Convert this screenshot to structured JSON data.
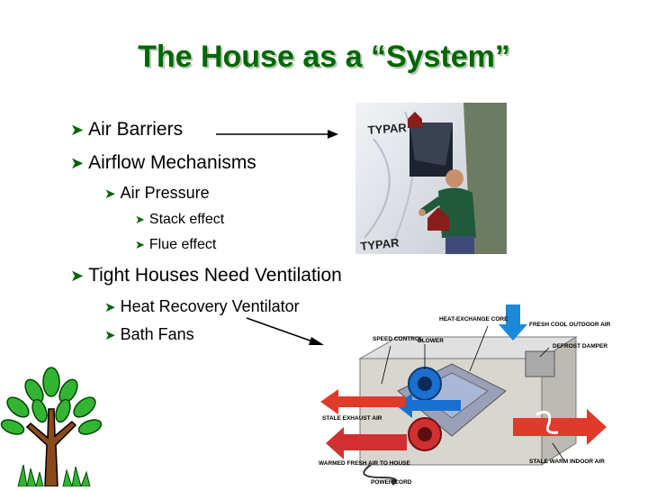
{
  "slide": {
    "title": "The House as a “System”",
    "bullets": {
      "air_barriers": "Air Barriers",
      "airflow_mechanisms": "Airflow Mechanisms",
      "air_pressure": "Air Pressure",
      "stack_effect": "Stack effect",
      "flue_effect": "Flue effect",
      "tight_houses": "Tight Houses Need Ventilation",
      "hrv": "Heat Recovery Ventilator",
      "bath_fans": "Bath Fans"
    },
    "colors": {
      "title": "#006600",
      "bullet_arrow": "#006600"
    }
  },
  "typar_photo": {
    "brand": "TYPAR"
  },
  "hrv_diagram": {
    "labels": {
      "heat_exchange_core": "HEAT-EXCHANGE CORE",
      "fresh_cool_outdoor_air": "FRESH COOL OUTDOOR AIR",
      "speed_control": "SPEED CONTROL",
      "blower": "BLOWER",
      "defrost_damper": "DEFROST DAMPER",
      "stale_exhaust_air": "STALE EXHAUST AIR",
      "warmed_fresh_air": "WARMED FRESH AIR TO HOUSE",
      "stale_warm_indoor_air": "STALE WARM INDOOR AIR",
      "power_cord": "POWER CORD"
    }
  }
}
